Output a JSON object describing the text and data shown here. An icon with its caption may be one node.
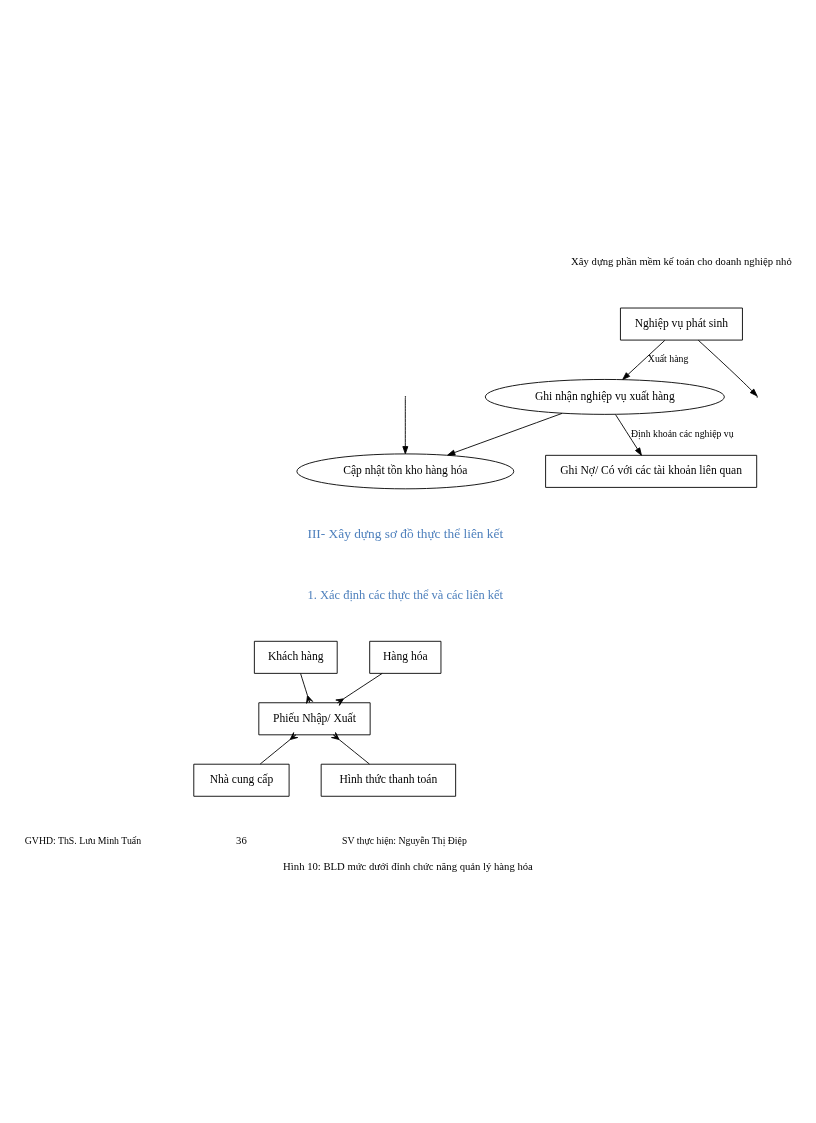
{
  "diagram": {
    "caption": "Hình 10: BLD mức dưới đỉnh chức năng quản lý hàng hóa",
    "nodes": [
      {
        "text": [
          "Nghiệp vụ phát sinh"
        ]
      },
      {
        "text": [
          "Ghi Nợ/ Có với các tài khoản liên quan"
        ]
      },
      {
        "text": [
          "Ghi nhận nghiệp vụ xuất hàng"
        ]
      },
      {
        "text": [
          "Cập nhật tồn kho hàng hóa"
        ]
      },
      {
        "text": [
          "Hàng hóa"
        ]
      },
      {
        "text": [
          "Khách hàng"
        ]
      },
      {
        "text": [
          "Phiếu Nhập/ Xuất"
        ]
      },
      {
        "text": [
          "Nhà cung cấp"
        ]
      },
      {
        "text": [
          "Hình thức thanh toán"
        ]
      }
    ],
    "edges": [
      {
        "from": 0,
        "to": null,
        "arrow": "to"
      },
      {
        "from": null,
        "to": 3,
        "arrow": "to"
      },
      {
        "from": 0,
        "to": 2,
        "arrow": "to",
        "label": "Xuất hàng"
      },
      {
        "from": 2,
        "to": 3,
        "arrow": "to"
      },
      {
        "from": 2,
        "to": 1,
        "arrow": "to",
        "label": "Định khoản các nghiệp vụ"
      },
      {
        "from": 4,
        "to": 6,
        "arrow": "other"
      },
      {
        "from": 5,
        "to": 6,
        "arrow": "other"
      },
      {
        "from": 6,
        "to": 7,
        "arrow": "other"
      },
      {
        "from": 6,
        "to": 8,
        "arrow": "other"
      }
    ],
    "labels": [
      "Xây dựng phần mềm kế toán cho doanh nghiệp nhỏ",
      "III- Xây dựng sơ đồ thực thể liên kết",
      "1. Xác định các thực thể và các liên kết",
      "GVHD: ThS. Lưu Minh Tuấn",
      "36",
      "SV thực hiện: Nguyễn Thị Điệp"
    ]
  }
}
